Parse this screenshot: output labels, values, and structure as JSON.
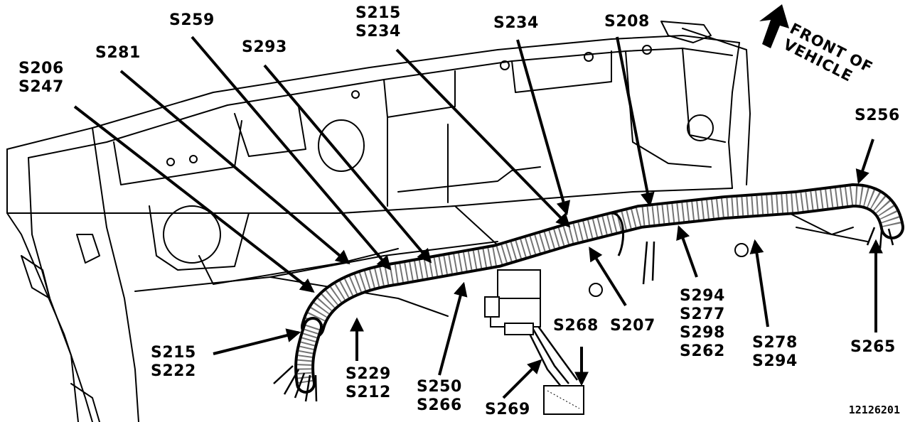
{
  "callouts": [
    {
      "id": "c1",
      "lines": [
        "S206",
        "S247"
      ]
    },
    {
      "id": "c2",
      "lines": [
        "S281"
      ]
    },
    {
      "id": "c3",
      "lines": [
        "S259"
      ]
    },
    {
      "id": "c4",
      "lines": [
        "S293"
      ]
    },
    {
      "id": "c5",
      "lines": [
        "S215",
        "S234"
      ]
    },
    {
      "id": "c6",
      "lines": [
        "S234"
      ]
    },
    {
      "id": "c7",
      "lines": [
        "S208"
      ]
    },
    {
      "id": "c8",
      "lines": [
        "S256"
      ]
    },
    {
      "id": "c9",
      "lines": [
        "S215",
        "S222"
      ]
    },
    {
      "id": "c10",
      "lines": [
        "S229",
        "S212"
      ]
    },
    {
      "id": "c11",
      "lines": [
        "S250",
        "S266"
      ]
    },
    {
      "id": "c12",
      "lines": [
        "S269"
      ]
    },
    {
      "id": "c13",
      "lines": [
        "S268"
      ]
    },
    {
      "id": "c14",
      "lines": [
        "S207"
      ]
    },
    {
      "id": "c15",
      "lines": [
        "S294",
        "S277",
        "S298",
        "S262"
      ]
    },
    {
      "id": "c16",
      "lines": [
        "S278",
        "S294"
      ]
    },
    {
      "id": "c17",
      "lines": [
        "S265"
      ]
    }
  ],
  "orientation": {
    "lines": [
      "FRONT OF",
      "VEHICLE"
    ],
    "icon": "orientation-arrow-icon"
  },
  "figure_id": "12126201",
  "colors": {
    "ink": "#000000",
    "paper": "#ffffff"
  }
}
